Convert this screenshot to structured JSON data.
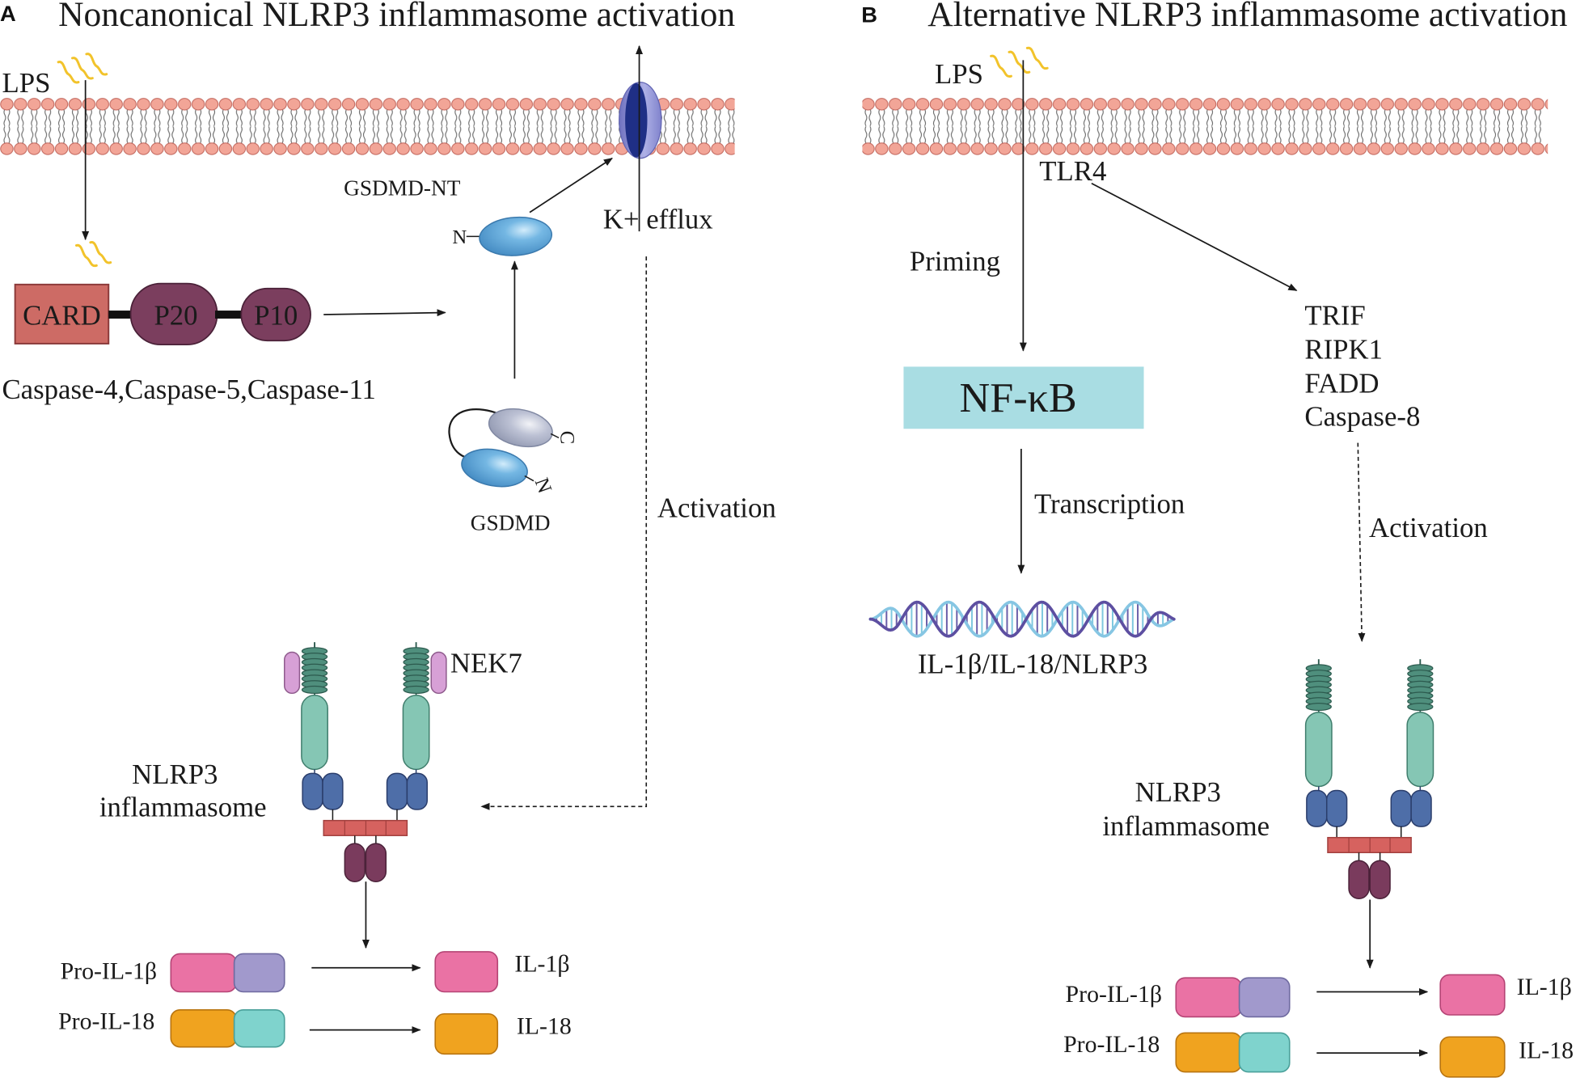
{
  "panel_a": {
    "letter": "A",
    "title": "Noncanonical NLRP3 inflammasome activation",
    "lps": "LPS",
    "caspase": {
      "card": "CARD",
      "p20": "P20",
      "p10": "P10",
      "label": "Caspase-4,Caspase-5,Caspase-11"
    },
    "gsdmd_nt": "GSDMD-NT",
    "gsdmd_nt_terminus": "N",
    "gsdmd": "GSDMD",
    "gsdmd_c_terminus": "C",
    "gsdmd_n_terminus": "N",
    "k_efflux": "K+ efflux",
    "activation": "Activation",
    "nek7": "NEK7",
    "inflammasome_label": [
      "NLRP3",
      "inflammasome"
    ],
    "cytokines": {
      "pro_il1b": "Pro-IL-1β",
      "il1b": "IL-1β",
      "pro_il18": "Pro-IL-18",
      "il18": "IL-18"
    }
  },
  "panel_b": {
    "letter": "B",
    "title": "Alternative NLRP3 inflammasome activation",
    "lps": "LPS",
    "tlr4": "TLR4",
    "priming": "Priming",
    "nfkb": "NF-κB",
    "transcription": "Transcription",
    "transcribed_genes": "IL-1β/IL-18/NLRP3",
    "signaling_complex": [
      "TRIF",
      "RIPK1",
      "FADD",
      "Caspase-8"
    ],
    "activation": "Activation",
    "inflammasome_label": [
      "NLRP3",
      "inflammasome"
    ],
    "cytokines": {
      "pro_il1b": "Pro-IL-1β",
      "il1b": "IL-1β",
      "pro_il18": "Pro-IL-18",
      "il18": "IL-18"
    }
  },
  "colors": {
    "lps": "#f2c32b",
    "membrane_head": "#f2a597",
    "card": "#cd6b65",
    "p20_p10": "#7b3e5e",
    "gsdmd_nt": "#5aa3d6",
    "channel": "#1f2f86",
    "nfkb_box": "#a9dde3",
    "nlrp3_nacht": "#85c6b4",
    "nlrp3_pyd": "#4e6ea8",
    "asc": "#d6625f",
    "caspase1": "#7a3b5d",
    "il1b": "#ea72a4",
    "il18": "#f0a31f"
  }
}
